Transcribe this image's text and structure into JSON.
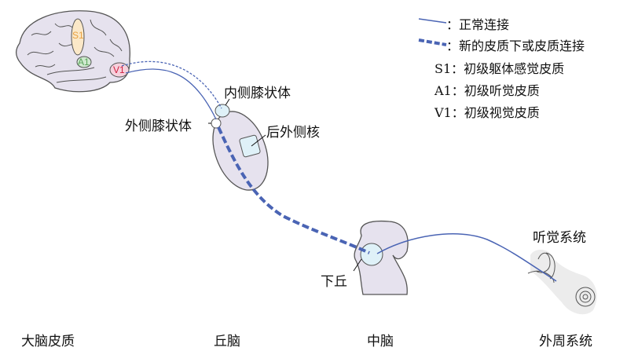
{
  "legend": {
    "solid": "：正常连接",
    "dashed": "：新的皮质下或皮质连接",
    "s1": "S1：初级躯体感觉皮质",
    "a1": "A1：初级听觉皮质",
    "v1": "V1：初级视觉皮质"
  },
  "brain_labels": {
    "s1": "S1",
    "a1": "A1",
    "v1": "V1"
  },
  "structures": {
    "mgn": "内侧膝状体",
    "lgn": "外侧膝状体",
    "lp": "后外侧核",
    "ic": "下丘",
    "auditory": "听觉系统"
  },
  "columns": [
    "大脑皮质",
    "丘脑",
    "中脑",
    "外周系统"
  ],
  "colors": {
    "line": "#4a64b4",
    "region": "#e6e2ee",
    "nucleus": "#dff1f8"
  }
}
